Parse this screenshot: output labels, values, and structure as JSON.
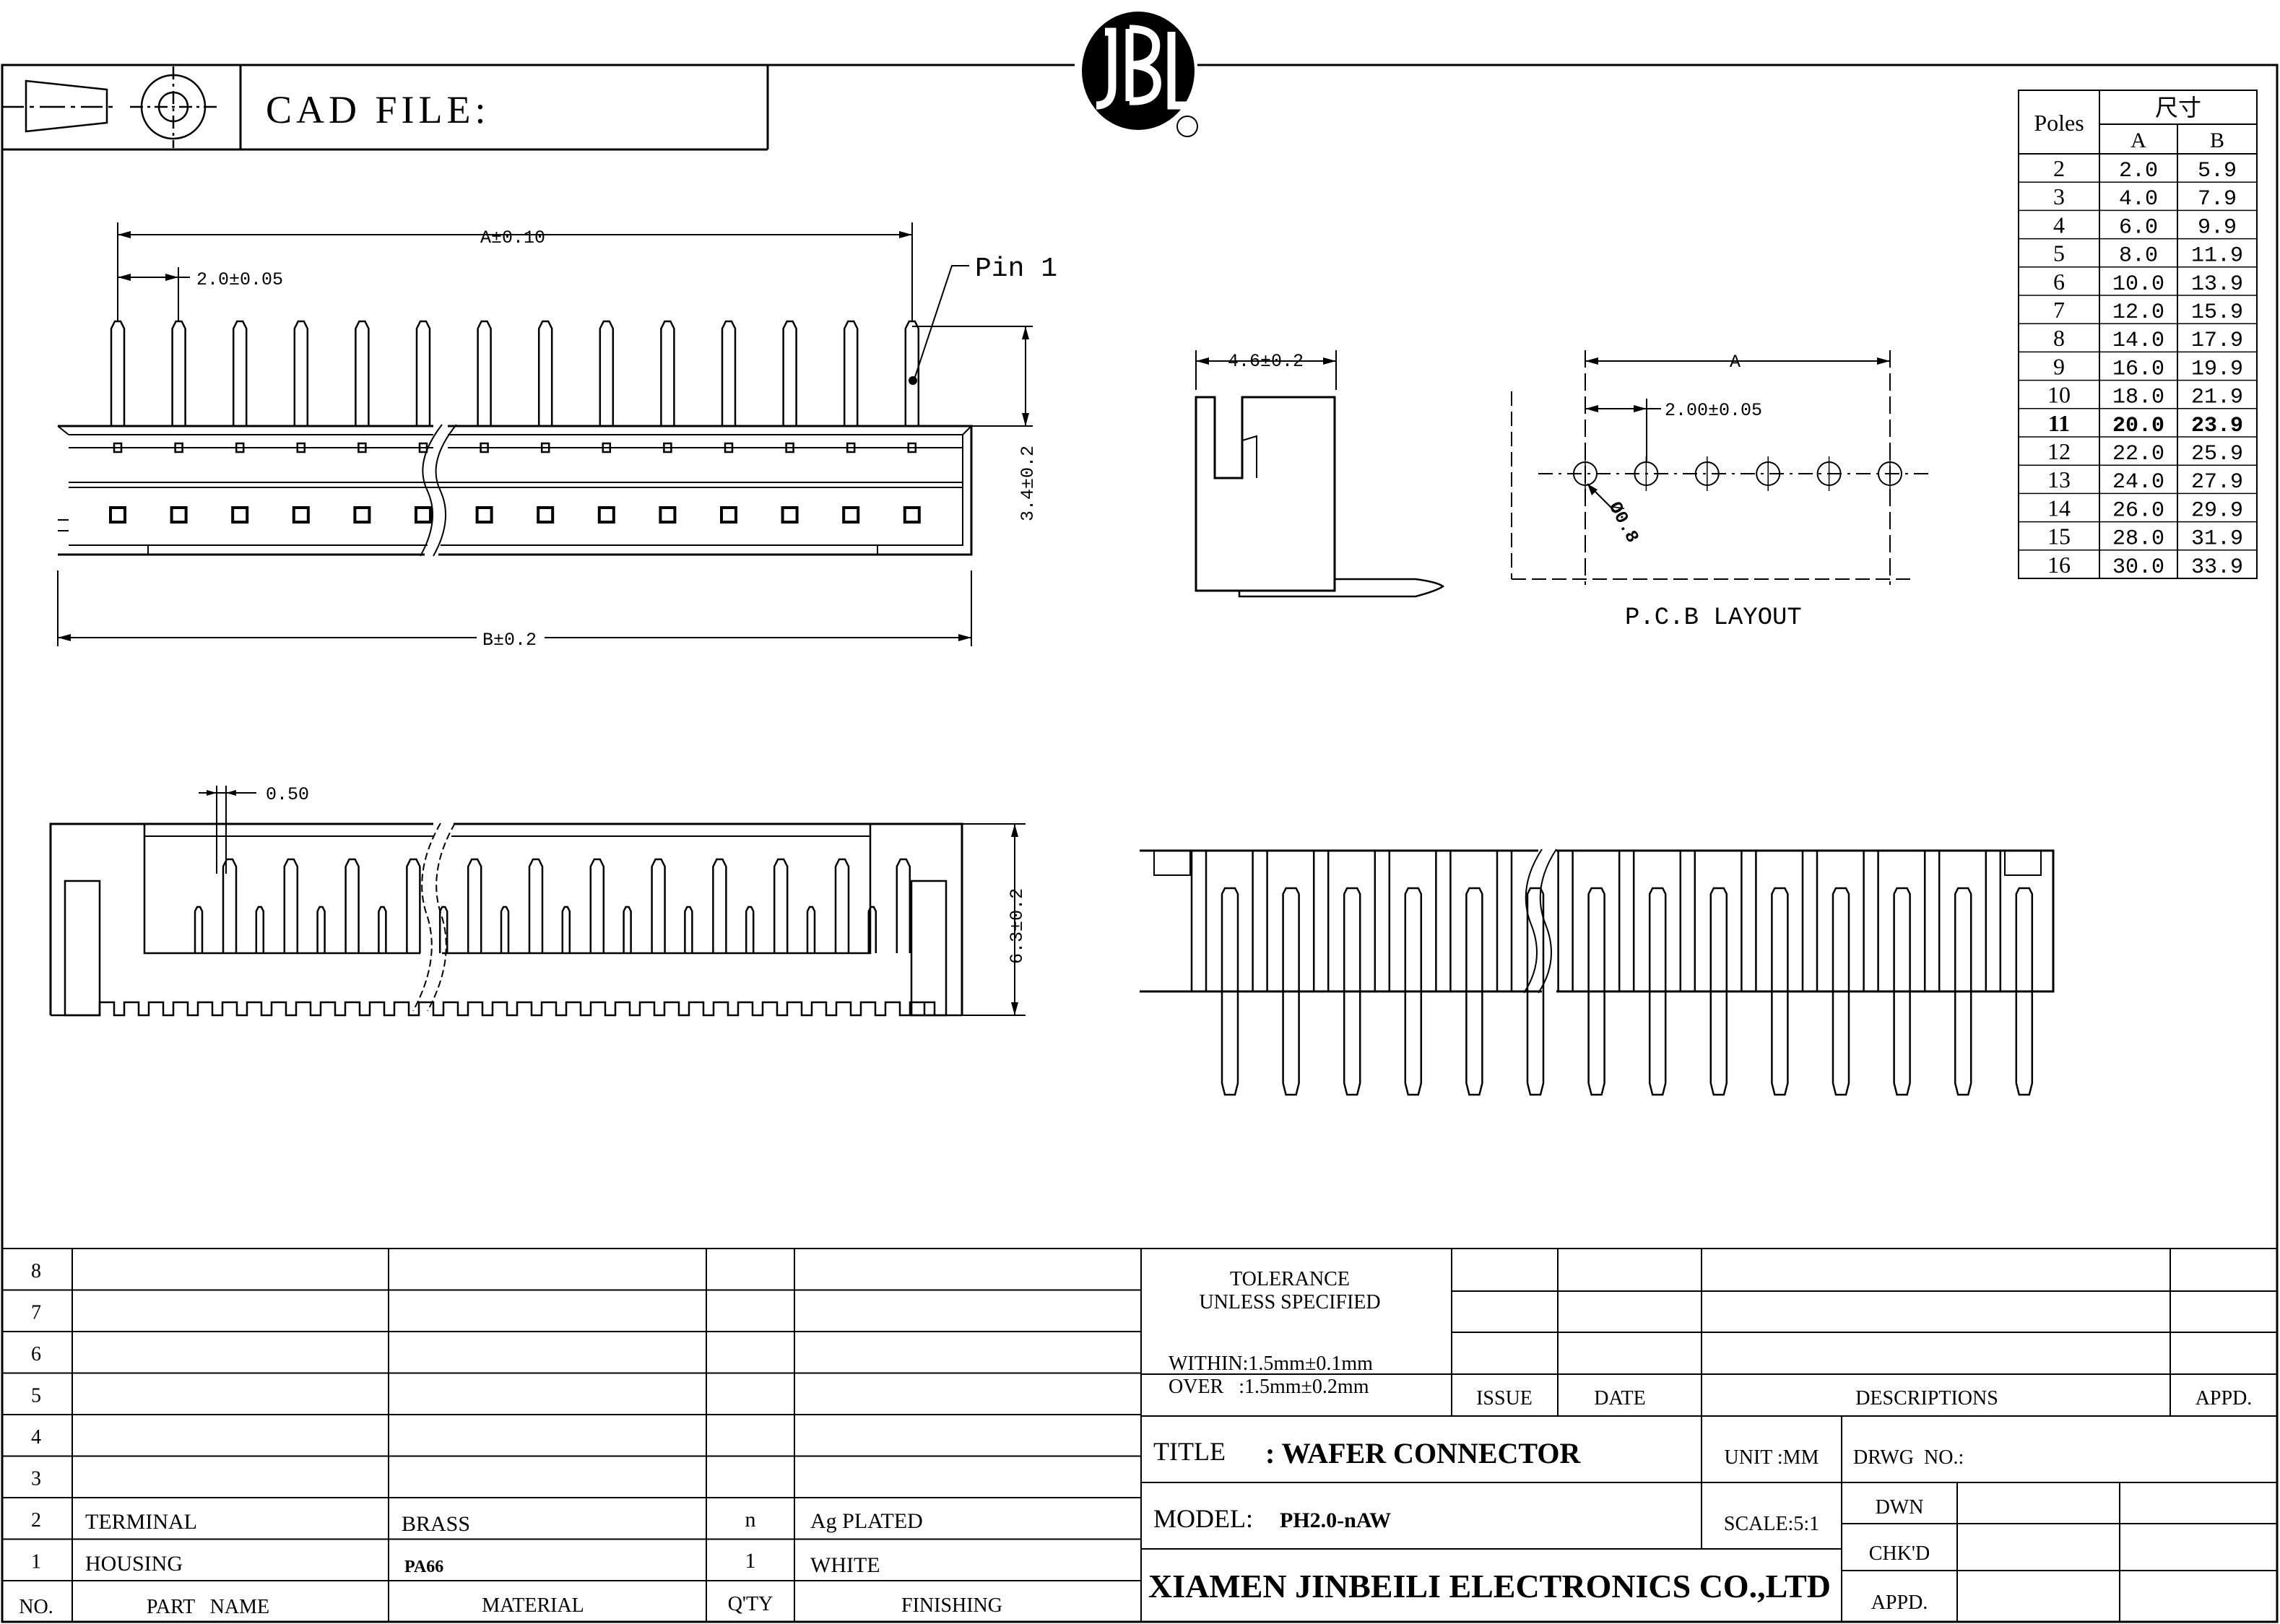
{
  "logo": {
    "letters": "JBL",
    "registered": "®"
  },
  "cad_file_label": "CAD FILE:",
  "top_view": {
    "dim_a": "A±0.10",
    "dim_pitch": "2.0±0.05",
    "pin1_label": "Pin 1",
    "dim_height": "3.4±0.2",
    "dim_b": "B±0.2"
  },
  "side_view": {
    "dim_width": "4.6±0.2"
  },
  "pcb_layout": {
    "dim_a": "A",
    "dim_pitch": "2.00±0.05",
    "hole_dia": "Ø0.8",
    "title": "P.C.B LAYOUT"
  },
  "front_view": {
    "dim_pin": "0.50",
    "dim_height": "6.3±0.2"
  },
  "dimension_table": {
    "header_poles": "Poles",
    "header_size": "尺寸",
    "header_a": "A",
    "header_b": "B",
    "highlight_pole": "11",
    "rows": [
      {
        "poles": "2",
        "a": "2.0",
        "b": "5.9"
      },
      {
        "poles": "3",
        "a": "4.0",
        "b": "7.9"
      },
      {
        "poles": "4",
        "a": "6.0",
        "b": "9.9"
      },
      {
        "poles": "5",
        "a": "8.0",
        "b": "11.9"
      },
      {
        "poles": "6",
        "a": "10.0",
        "b": "13.9"
      },
      {
        "poles": "7",
        "a": "12.0",
        "b": "15.9"
      },
      {
        "poles": "8",
        "a": "14.0",
        "b": "17.9"
      },
      {
        "poles": "9",
        "a": "16.0",
        "b": "19.9"
      },
      {
        "poles": "10",
        "a": "18.0",
        "b": "21.9"
      },
      {
        "poles": "11",
        "a": "20.0",
        "b": "23.9"
      },
      {
        "poles": "12",
        "a": "22.0",
        "b": "25.9"
      },
      {
        "poles": "13",
        "a": "24.0",
        "b": "27.9"
      },
      {
        "poles": "14",
        "a": "26.0",
        "b": "29.9"
      },
      {
        "poles": "15",
        "a": "28.0",
        "b": "31.9"
      },
      {
        "poles": "16",
        "a": "30.0",
        "b": "33.9"
      }
    ]
  },
  "parts_list": {
    "row_numbers": [
      "8",
      "7",
      "6",
      "5",
      "4",
      "3",
      "2",
      "1"
    ],
    "rows": [
      {
        "no": "2",
        "part": "TERMINAL",
        "material": "BRASS",
        "qty": "n",
        "finishing": "Ag PLATED"
      },
      {
        "no": "1",
        "part": "HOUSING",
        "material": "PA66",
        "qty": "1",
        "finishing": "WHITE"
      }
    ],
    "headers": {
      "no": "NO.",
      "part": "PART   NAME",
      "material": "MATERIAL",
      "qty": "Q'TY",
      "finishing": "FINISHING"
    }
  },
  "tolerance": {
    "line1": "TOLERANCE",
    "line2": "UNLESS SPECIFIED",
    "line3": "WITHIN:1.5mm±0.1mm",
    "line4": "OVER   :1.5mm±0.2mm"
  },
  "revision": {
    "issue": "ISSUE",
    "date": "DATE",
    "descriptions": "DESCRIPTIONS",
    "appd": "APPD."
  },
  "title_block": {
    "title_label": "TITLE",
    "title_value": ": WAFER CONNECTOR",
    "unit": "UNIT :MM",
    "drwg_no": "DRWG  NO.:",
    "model_label": "MODEL:",
    "model_value": "PH2.0-nAW",
    "scale": "SCALE:5:1",
    "dwn": "DWN",
    "chkd": "CHK'D",
    "appd": "APPD.",
    "company": "XIAMEN JINBEILI ELECTRONICS CO.,LTD"
  }
}
